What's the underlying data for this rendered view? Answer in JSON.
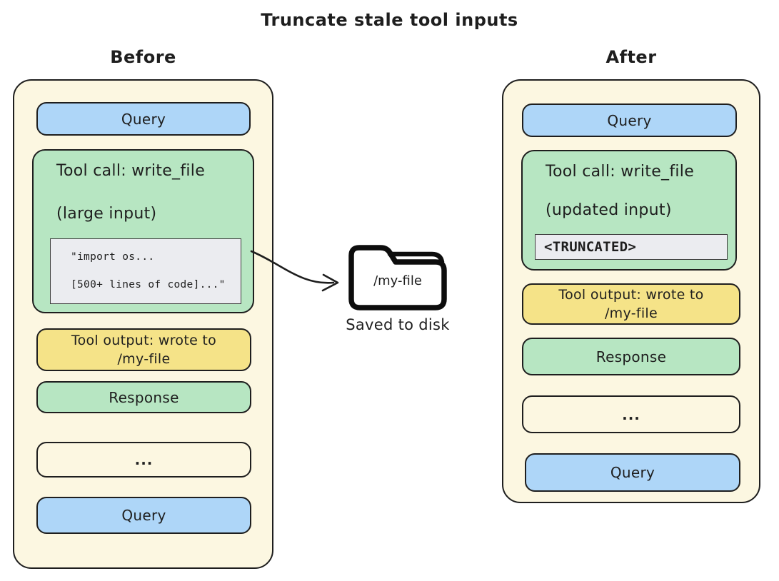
{
  "title": "Truncate stale tool inputs",
  "colors": {
    "panel_fill": "#fcf7e1",
    "blue": "#aed6f8",
    "green": "#b7e6c2",
    "yellow": "#f5e388",
    "gray": "#ebecf0",
    "stroke": "#1e1e1e"
  },
  "before": {
    "label": "Before",
    "query_top": "Query",
    "tool_call": {
      "title": "Tool call: write_file",
      "subtitle": "(large input)",
      "code_line1": "\"import os...",
      "code_line2": "[500+ lines of code]...\""
    },
    "tool_output": "Tool output: wrote to /my-file",
    "response": "Response",
    "ellipsis": "...",
    "query_bottom": "Query"
  },
  "after": {
    "label": "After",
    "query_top": "Query",
    "tool_call": {
      "title": "Tool call: write_file",
      "subtitle": "(updated input)",
      "truncated": "<TRUNCATED>"
    },
    "tool_output": "Tool output: wrote to /my-file",
    "response": "Response",
    "ellipsis": "...",
    "query_bottom": "Query"
  },
  "disk": {
    "folder_label": "/my-file",
    "caption": "Saved to disk"
  }
}
